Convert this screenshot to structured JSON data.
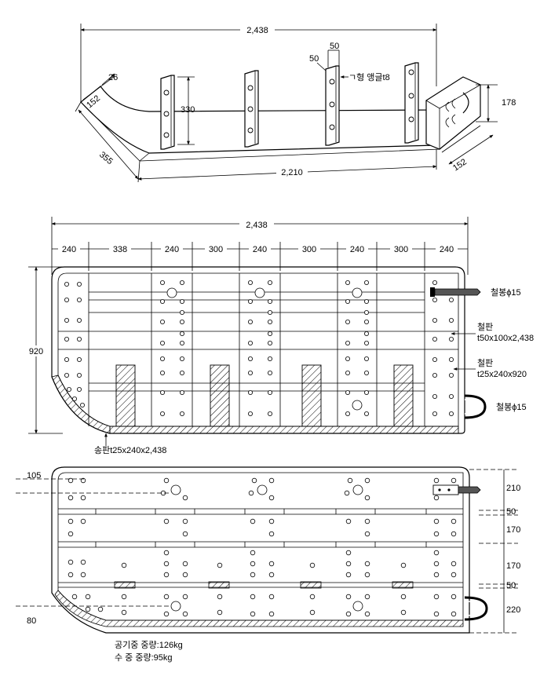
{
  "iso": {
    "overall_length": "2,438",
    "bottom_length": "2,210",
    "end_diag": "355",
    "radius": "152",
    "thick": "26",
    "plate_height": "330",
    "angle_a": "50",
    "angle_b": "50",
    "angle_label": "ㄱ형 앵글t8",
    "end_height": "178",
    "end_width": "152"
  },
  "front": {
    "overall": "2,438",
    "segments": [
      "240",
      "338",
      "240",
      "300",
      "240",
      "300",
      "240",
      "300",
      "240"
    ],
    "height": "920",
    "callouts": {
      "rod_top": "철봉ϕ15",
      "plate1": "철판",
      "plate1_spec": "t50x100x2,438",
      "plate2": "철판",
      "plate2_spec": "t25x240x920",
      "rod_bottom": "철봉ϕ15",
      "bottom_plate": "송판t25x240x2,438"
    }
  },
  "side": {
    "left_top": "105",
    "left_bottom": "80",
    "right": [
      "210",
      "50",
      "170",
      "170",
      "50",
      "220"
    ]
  },
  "weights": {
    "air_label": "공기중 중량:",
    "air_value": "126kg",
    "water_label": "수  중 중량:",
    "water_value": "95kg"
  }
}
